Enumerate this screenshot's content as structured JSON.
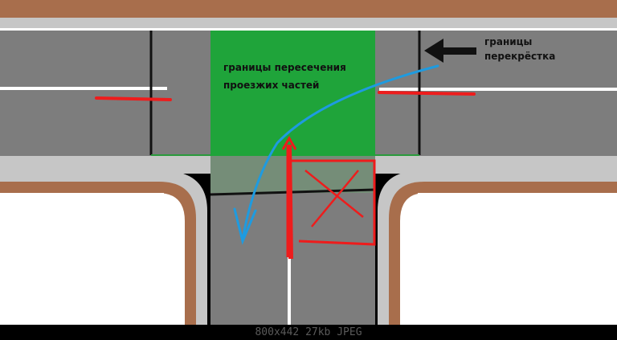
{
  "labels": {
    "intersection_area": [
      "границы пересечения",
      "проезжих частей"
    ],
    "intersection_bounds": [
      "границы",
      "перекрёстка"
    ]
  },
  "footer": {
    "image_info": "800x442 27kb JPEG"
  },
  "colors": {
    "road": "#7d7d7d",
    "curb": "#bdbdbd",
    "sidewalk": "#a86e4c",
    "lot": "#ffffff",
    "intersection_fill": "#1fa43a",
    "lane_line": "#ffffff",
    "boundary_line": "#111111",
    "blue_arrow": "#1e9be0",
    "red_mark": "#ee1c1c"
  },
  "icons": {
    "pointer_arrow": "arrow-left-icon",
    "turn_path": "curved-arrow-icon",
    "forbidden_mark": "cross-mark-icon"
  }
}
